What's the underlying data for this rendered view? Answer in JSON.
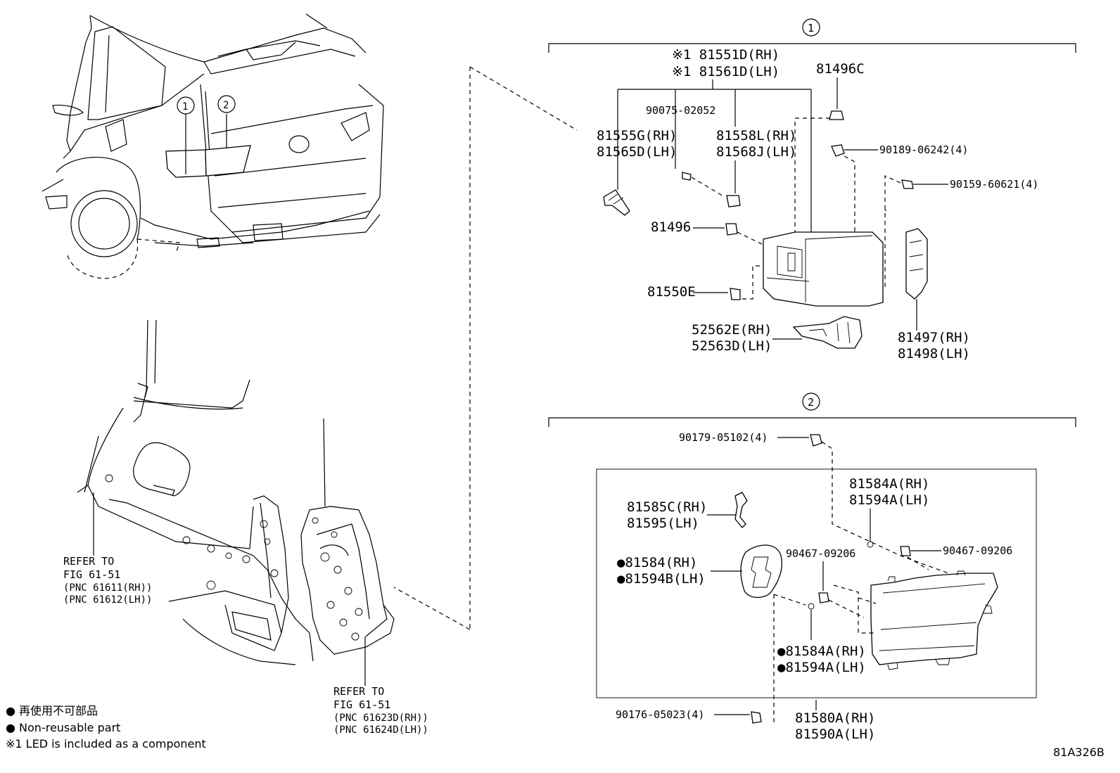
{
  "diagram_code": "81A326B",
  "group1": {
    "circle_label": "1",
    "parts": {
      "p81551": "※1 81551D(RH)",
      "p81561": "※1 81561D(LH)",
      "p81496C": "81496C",
      "p90075": "90075-02052",
      "p81555G": "81555G(RH)",
      "p81565D": "81565D(LH)",
      "p81558L": "81558L(RH)",
      "p81568J": "81568J(LH)",
      "p90189": "90189-06242(4)",
      "p90159": "90159-60621(4)",
      "p81496": "81496",
      "p81550E": "81550E",
      "p52562E": "52562E(RH)",
      "p52563D": "52563D(LH)",
      "p81497": "81497(RH)",
      "p81498": "81498(LH)"
    }
  },
  "group2": {
    "circle_label": "2",
    "parts": {
      "p90179": "90179-05102(4)",
      "p81584A_top": "81584A(RH)",
      "p81594A_top": "81594A(LH)",
      "p81585C": "81585C(RH)",
      "p81595": "81595(LH)",
      "p90467_a": "90467-09206",
      "p90467_b": "90467-09206",
      "p81584": "●81584(RH)",
      "p81594B": "●81594B(LH)",
      "p81584A_bot": "●81584A(RH)",
      "p81594A_bot": "●81594A(LH)",
      "p90176": "90176-05023(4)",
      "p81580A": "81580A(RH)",
      "p81590A": "81590A(LH)"
    }
  },
  "vehicle_callouts": {
    "c1": "1",
    "c2": "2"
  },
  "refer_left": {
    "line1": "REFER TO",
    "line2": "FIG 61-51",
    "line3": "(PNC 61611(RH))",
    "line4": "(PNC 61612(LH))"
  },
  "refer_right": {
    "line1": "REFER TO",
    "line2": "FIG 61-51",
    "line3": "(PNC 61623D(RH))",
    "line4": "(PNC 61624D(LH))"
  },
  "legend": {
    "line1": "● 再使用不可部品",
    "line2": "● Non-reusable part",
    "line3": "※1 LED is included as a component"
  }
}
